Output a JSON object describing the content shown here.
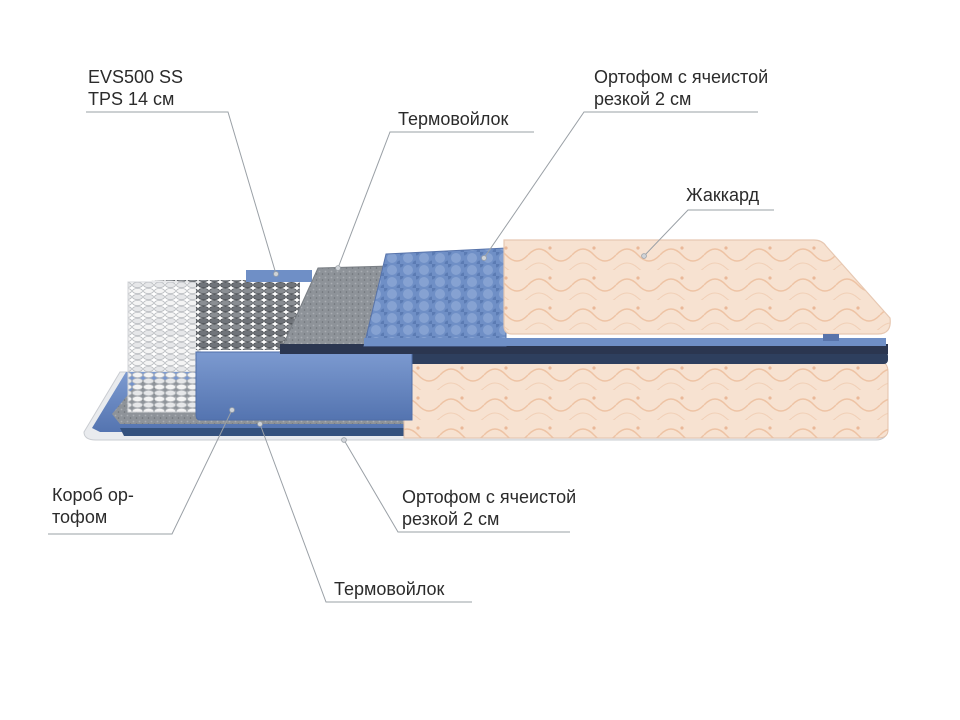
{
  "labels": {
    "springs": {
      "line1": "EVS500 SS",
      "line2": "TPS 14 см"
    },
    "felt_top": {
      "line1": "Термовойлок"
    },
    "foam_top": {
      "line1": "Ортофом с ячеистой",
      "line2": "резкой 2 см"
    },
    "jacquard": {
      "line1": "Жаккард"
    },
    "box": {
      "line1": "Короб ор-",
      "line2": "тофом"
    },
    "foam_bottom": {
      "line1": "Ортофом с ячеистой",
      "line2": "резкой 2 см"
    },
    "felt_bottom": {
      "line1": "Термовойлок"
    }
  },
  "colors": {
    "foam_blue": "#6f8fc6",
    "felt_grey": "#8e9399",
    "jacquard_peach": "#f6dfcc",
    "leader_line": "#9aa0a6"
  }
}
